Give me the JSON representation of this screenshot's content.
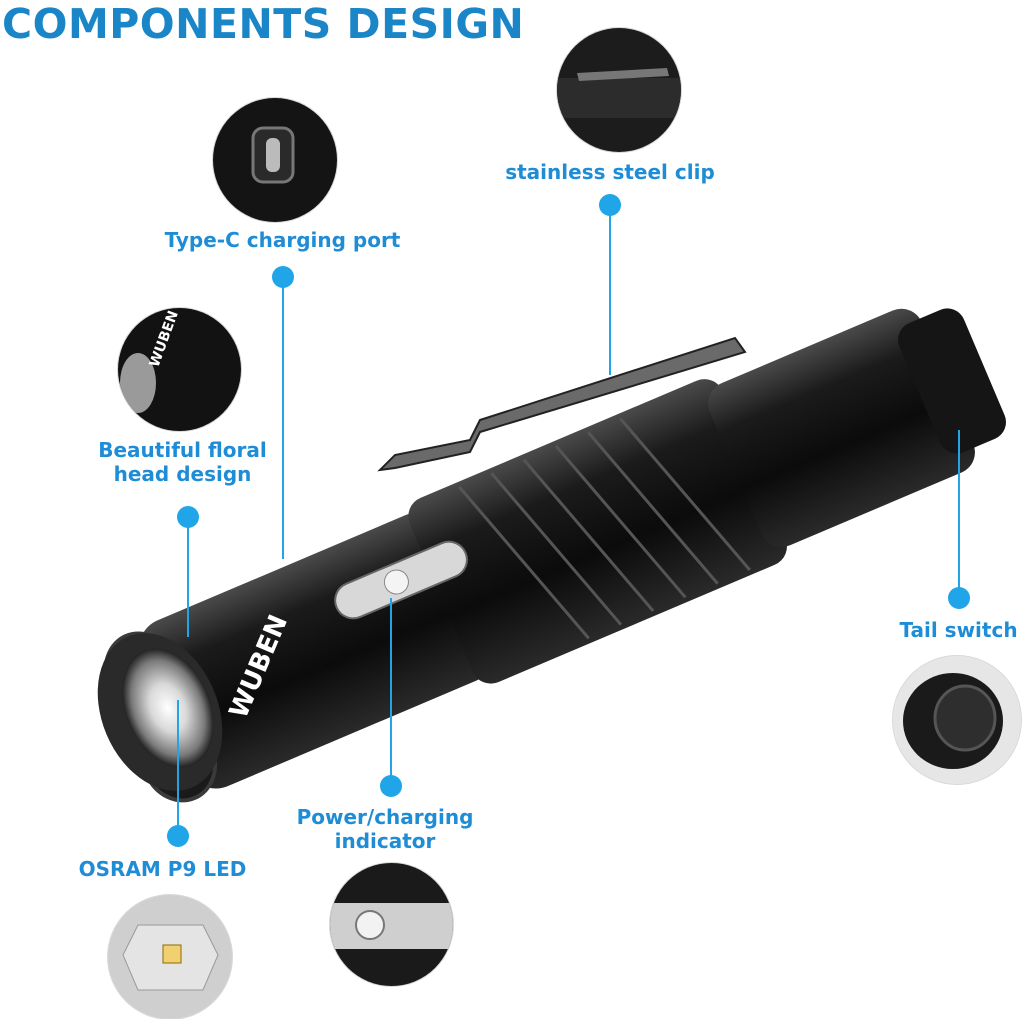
{
  "title": "COMPONENTS DESIGN",
  "callouts": {
    "clip": "stainless steel clip",
    "type_c": "Type-C charging port",
    "floral_line1": "Beautiful floral",
    "floral_line2": "head design",
    "tail": "Tail switch",
    "indicator_line1": "Power/charging",
    "indicator_line2": "indicator",
    "led": "OSRAM P9 LED"
  },
  "product": {
    "brand_mark": "WUBEN"
  },
  "colors": {
    "accent": "#1fa5e8",
    "title": "#1a86c8",
    "body": "#141414"
  }
}
